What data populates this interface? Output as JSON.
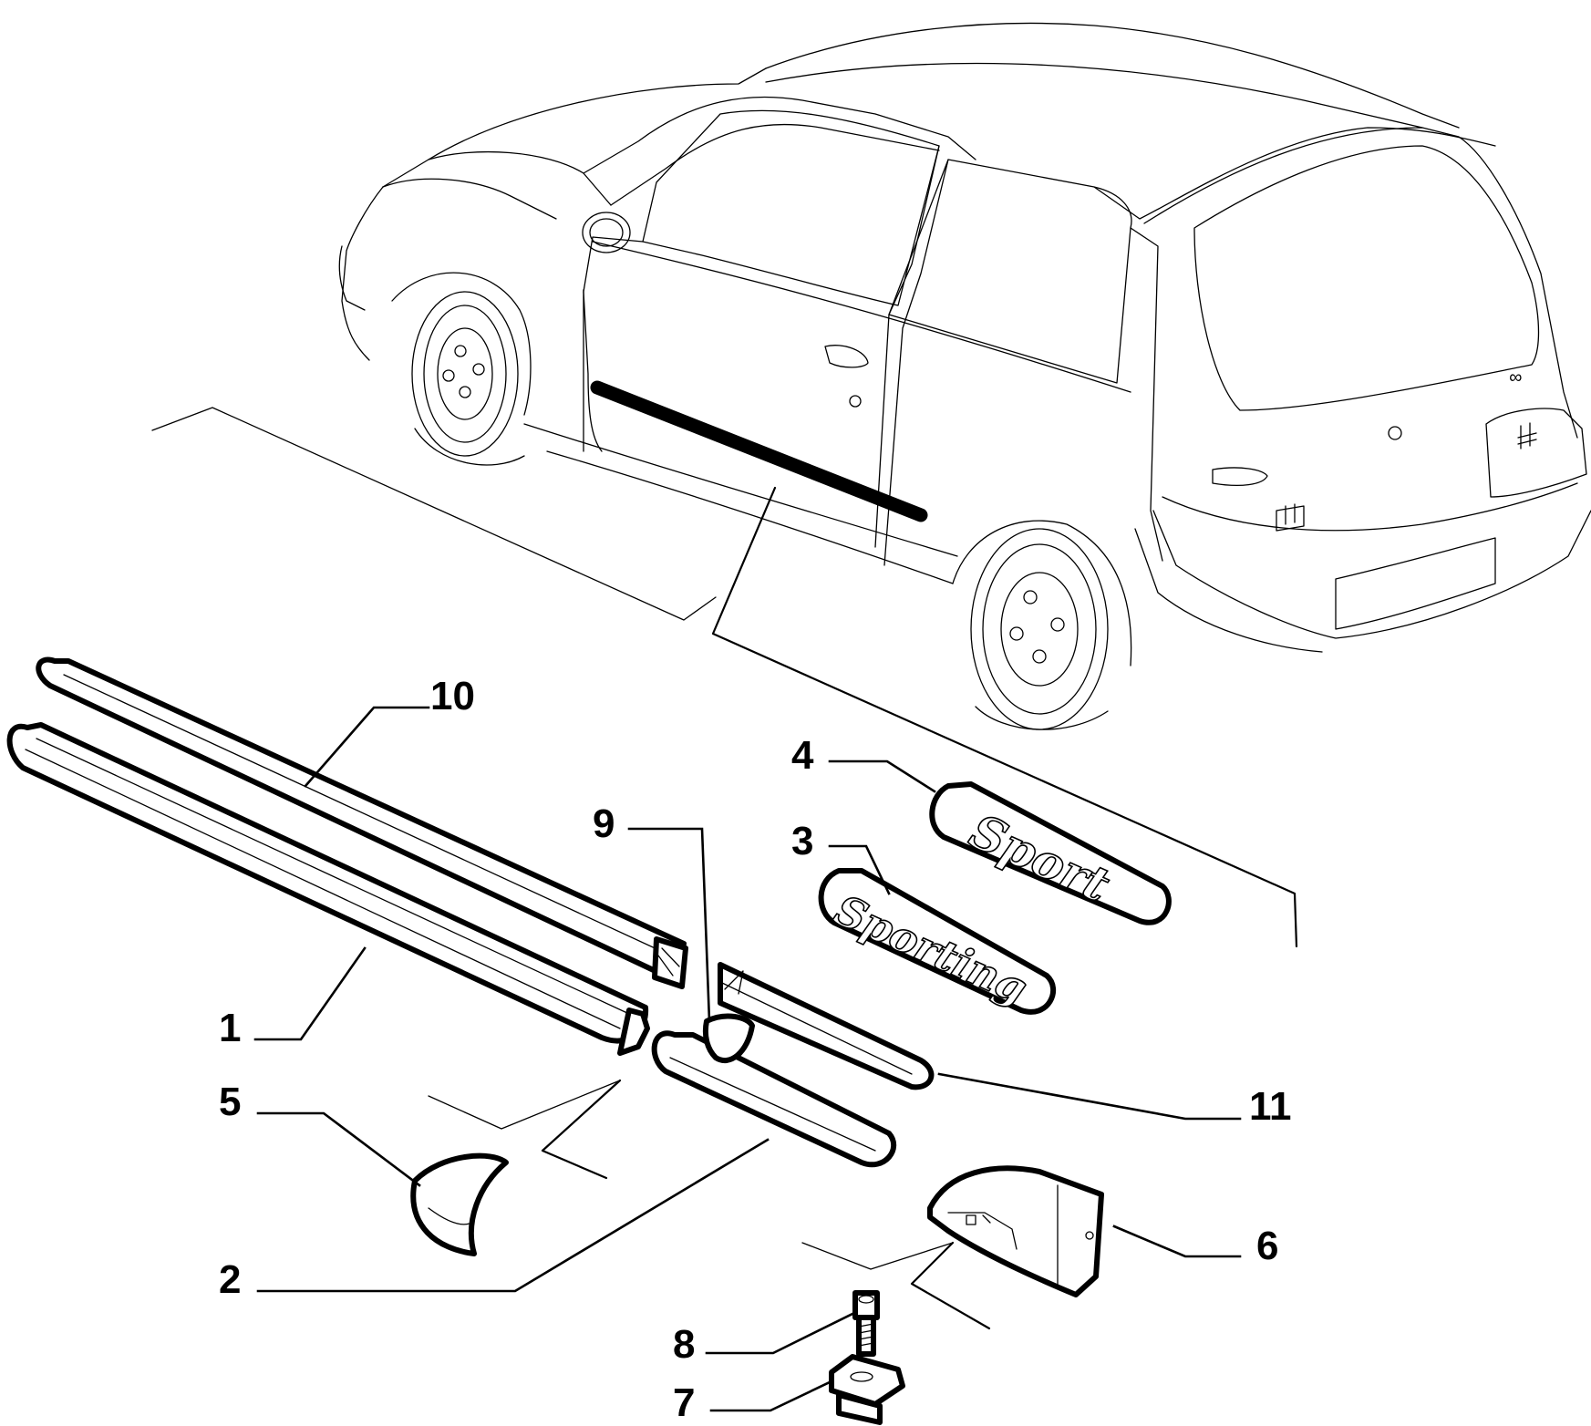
{
  "callouts": [
    {
      "id": "1",
      "label": "1"
    },
    {
      "id": "2",
      "label": "2"
    },
    {
      "id": "3",
      "label": "3"
    },
    {
      "id": "4",
      "label": "4"
    },
    {
      "id": "5",
      "label": "5"
    },
    {
      "id": "6",
      "label": "6"
    },
    {
      "id": "7",
      "label": "7"
    },
    {
      "id": "8",
      "label": "8"
    },
    {
      "id": "9",
      "label": "9"
    },
    {
      "id": "10",
      "label": "10"
    },
    {
      "id": "11",
      "label": "11"
    }
  ],
  "badges": {
    "sport": "Sport",
    "sporting": "Sporting"
  }
}
